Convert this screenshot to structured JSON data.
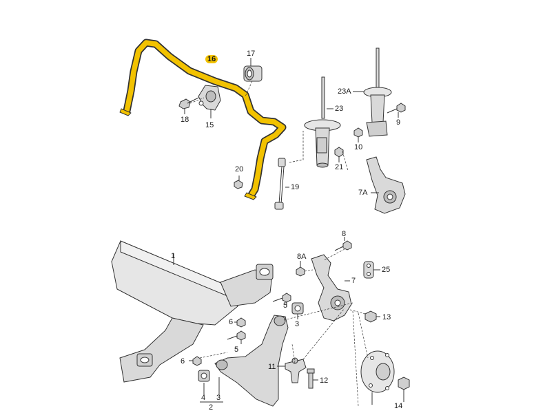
{
  "parts": {
    "p1": "1",
    "p2": "2",
    "p3a": "3",
    "p3b": "3",
    "p4": "4",
    "p5a": "5",
    "p5b": "5",
    "p6a": "6",
    "p6b": "6",
    "p7": "7",
    "p7a": "7A",
    "p8": "8",
    "p8a": "8A",
    "p9": "9",
    "p10": "10",
    "p11": "11",
    "p12": "12",
    "p13": "13",
    "p14": "14",
    "p15": "15",
    "p16": "16",
    "p17": "17",
    "p18": "18",
    "p19": "19",
    "p20": "20",
    "p21": "21",
    "p23": "23",
    "p23a": "23A",
    "p25": "25"
  },
  "colors": {
    "stabilizer": "#f2c200",
    "line": "#333333",
    "part_fill": "#e6e6e6",
    "highlight_label": "#f2c200"
  }
}
